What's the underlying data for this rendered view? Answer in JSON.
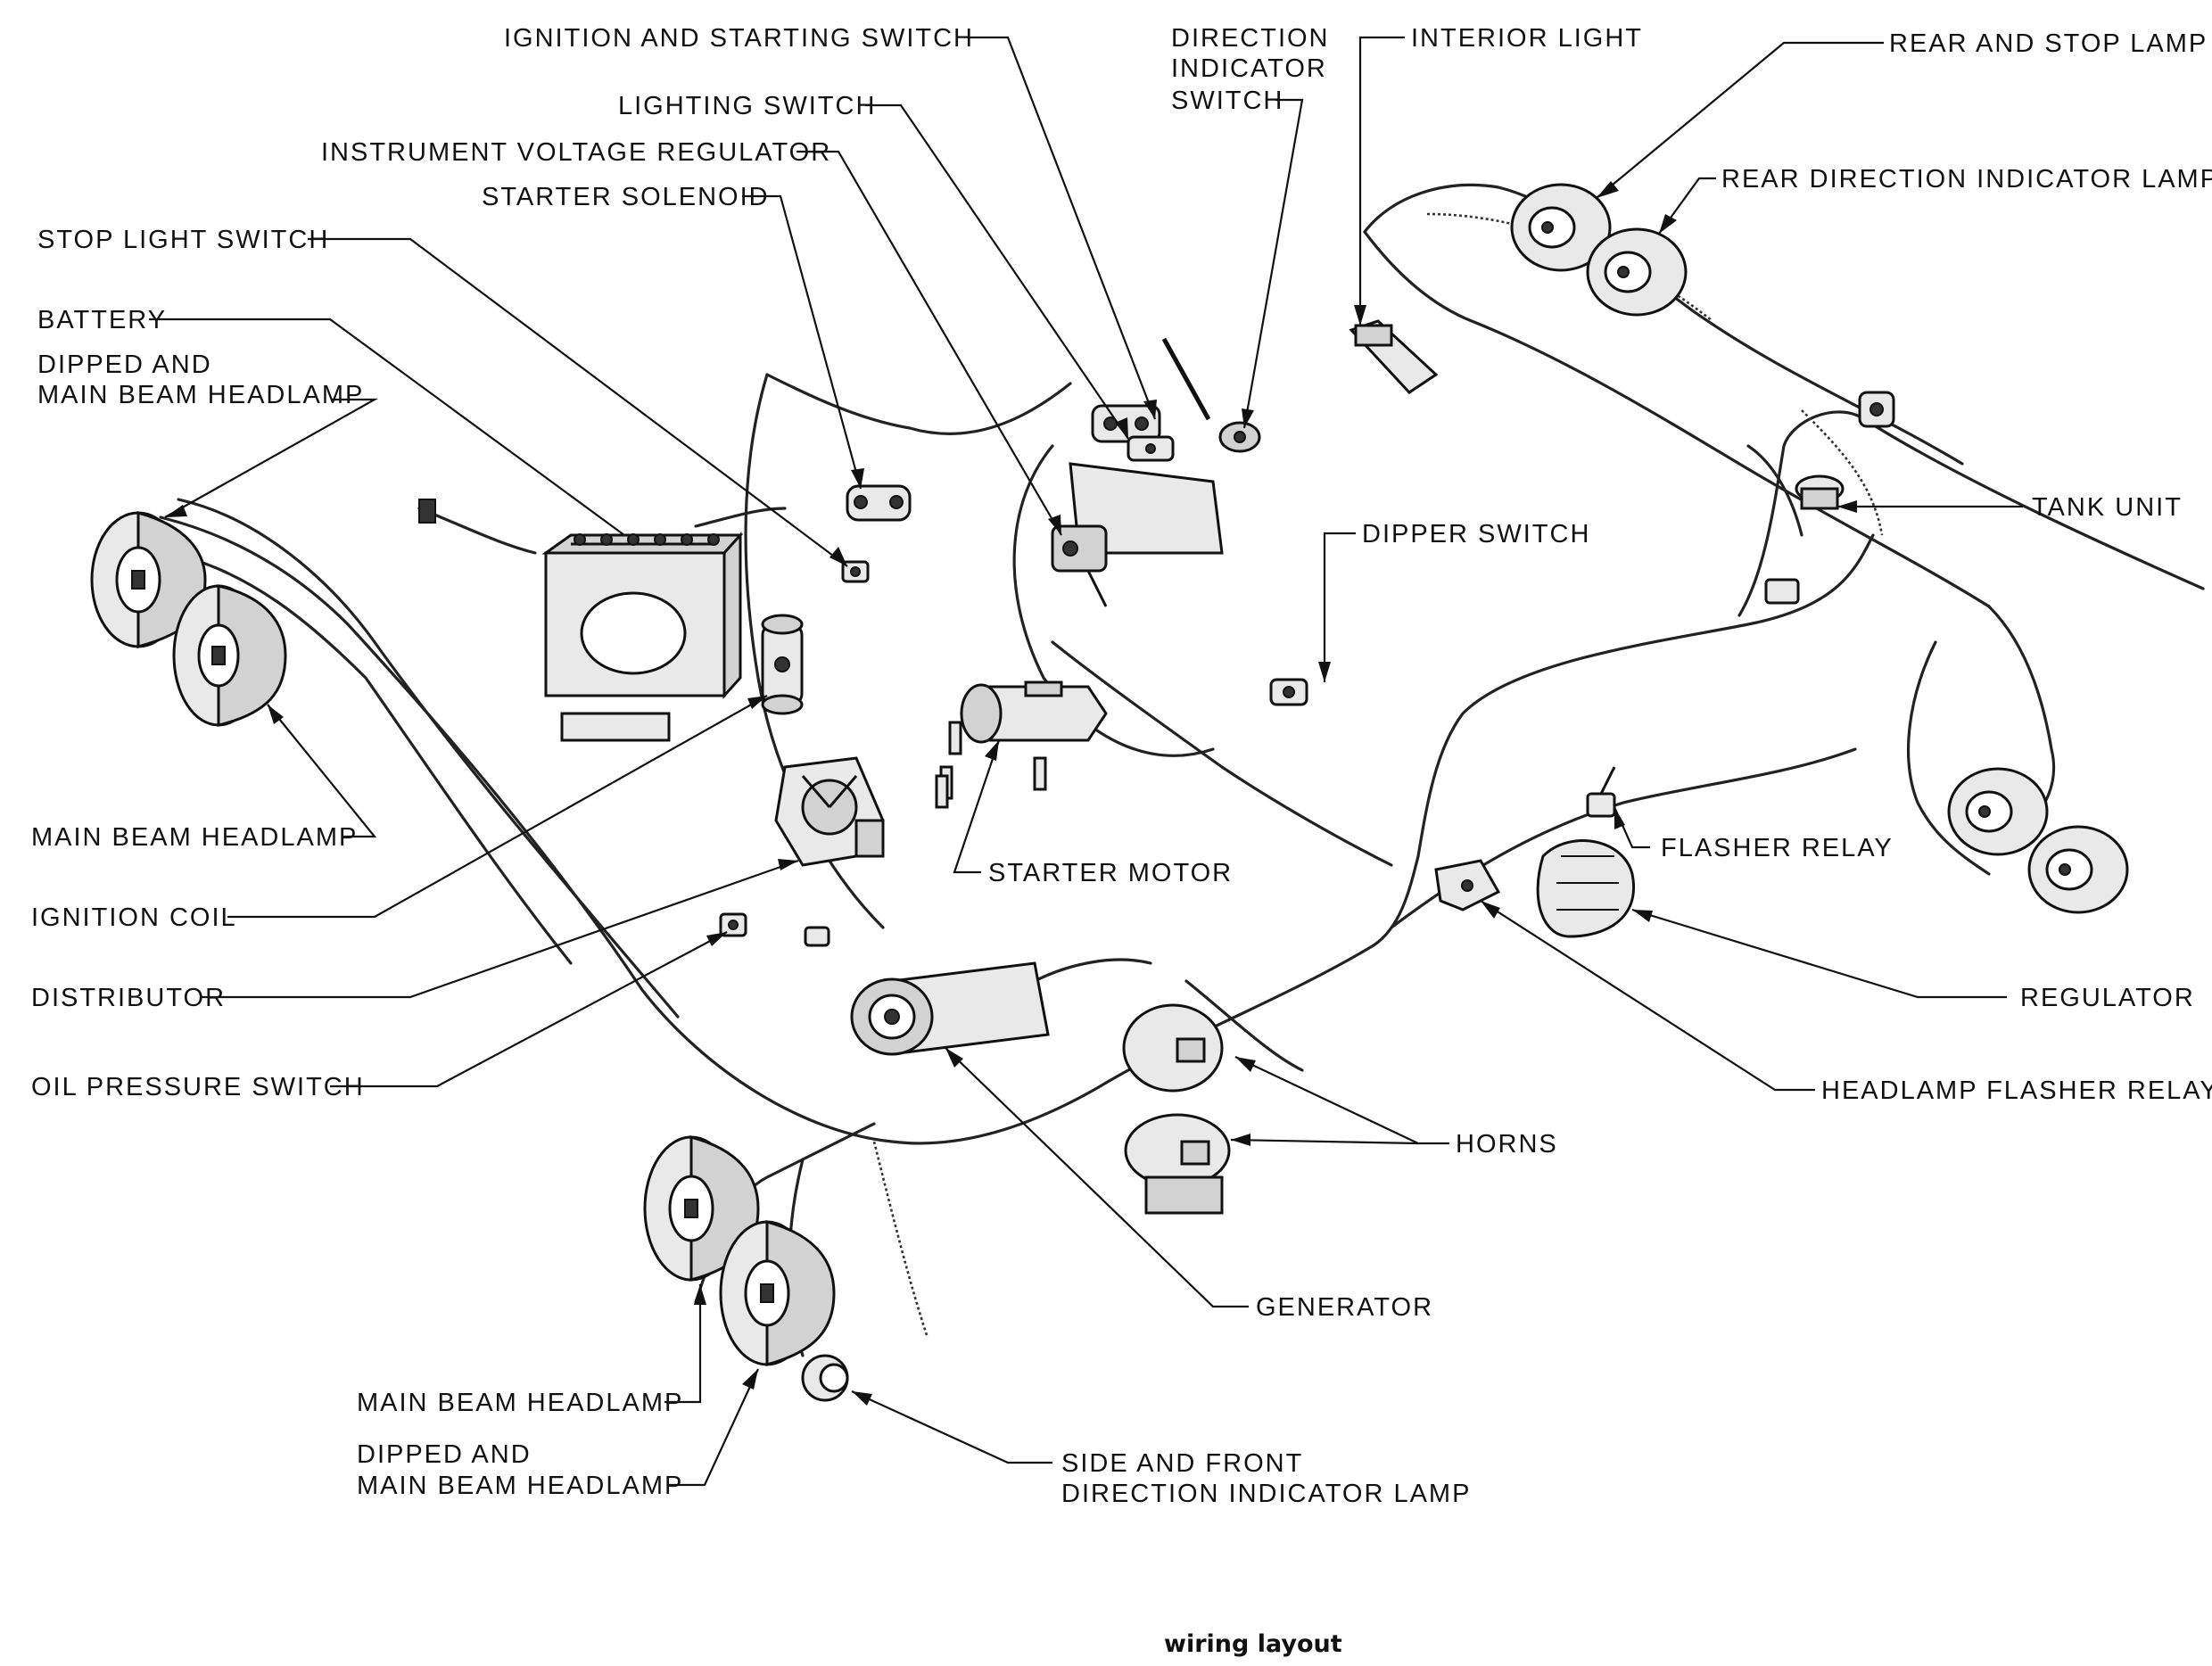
{
  "caption": "wiring layout",
  "labels": {
    "ignition_starting_switch": "IGNITION AND STARTING SWITCH",
    "lighting_switch": "LIGHTING SWITCH",
    "instrument_voltage_regulator": "INSTRUMENT VOLTAGE REGULATOR",
    "starter_solenoid": "STARTER SOLENOID",
    "stop_light_switch": "STOP LIGHT SWITCH",
    "battery": "BATTERY",
    "dipped_main_headlamp_left": [
      "DIPPED AND",
      "MAIN BEAM HEADLAMP"
    ],
    "main_beam_headlamp_left": "MAIN BEAM HEADLAMP",
    "ignition_coil": "IGNITION COIL",
    "distributor": "DISTRIBUTOR",
    "oil_pressure_switch": "OIL PRESSURE SWITCH",
    "direction_indicator_switch": [
      "DIRECTION",
      "INDICATOR",
      "SWITCH"
    ],
    "interior_light": "INTERIOR LIGHT",
    "rear_stop_lamp": "REAR AND STOP LAMP",
    "rear_direction_indicator_lamp": "REAR DIRECTION INDICATOR LAMP",
    "tank_unit": "TANK UNIT",
    "dipper_switch": "DIPPER SWITCH",
    "flasher_relay": "FLASHER RELAY",
    "starter_motor": "STARTER MOTOR",
    "regulator": "REGULATOR",
    "headlamp_flasher_relay": "HEADLAMP FLASHER RELAY",
    "horns": "HORNS",
    "generator": "GENERATOR",
    "main_beam_headlamp_bottom": "MAIN BEAM HEADLAMP",
    "dipped_main_headlamp_bottom": [
      "DIPPED AND",
      "MAIN BEAM HEADLAMP"
    ],
    "side_front_indicator_lamp": [
      "SIDE AND FRONT",
      "DIRECTION INDICATOR LAMP"
    ]
  }
}
